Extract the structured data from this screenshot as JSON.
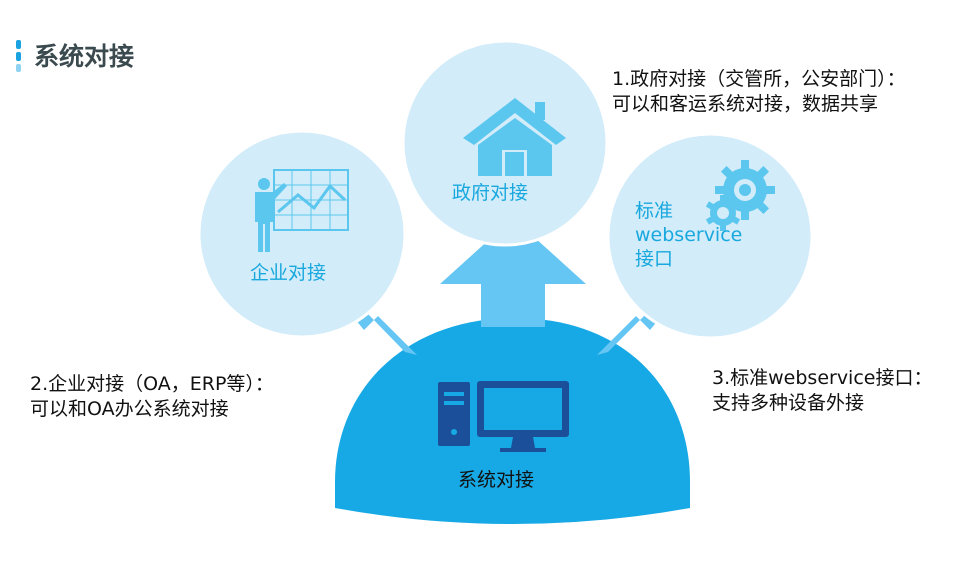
{
  "page": {
    "title": "系统对接"
  },
  "colors": {
    "circle_fill": "#d2ecfa",
    "circle_stroke": "#ffffff",
    "icon_fill": "#5cc7ee",
    "arrow_fill": "#66c6f3",
    "dome_fill": "#17a9e5",
    "computer_fill": "#1b4f9a",
    "title_bar": [
      "#1aa3e0",
      "#1aa3e0",
      "#8fd3f2"
    ]
  },
  "nodes": {
    "enterprise": {
      "label": "企业对接",
      "icon": "presentation-chart-icon"
    },
    "government": {
      "label": "政府对接",
      "icon": "house-icon"
    },
    "standard": {
      "label_lines": [
        "标准",
        "webservice",
        "接口"
      ],
      "icon": "gears-icon"
    },
    "center": {
      "label": "系统对接",
      "icon": "computer-icon"
    }
  },
  "notes": {
    "government": [
      "1.政府对接（交管所，公安部门）：",
      "可以和客运系统对接，数据共享"
    ],
    "enterprise": [
      "2.企业对接（OA，ERP等）：",
      "可以和OA办公系统对接"
    ],
    "standard": [
      "3.标准webservice接口：",
      "支持多种设备外接"
    ]
  }
}
